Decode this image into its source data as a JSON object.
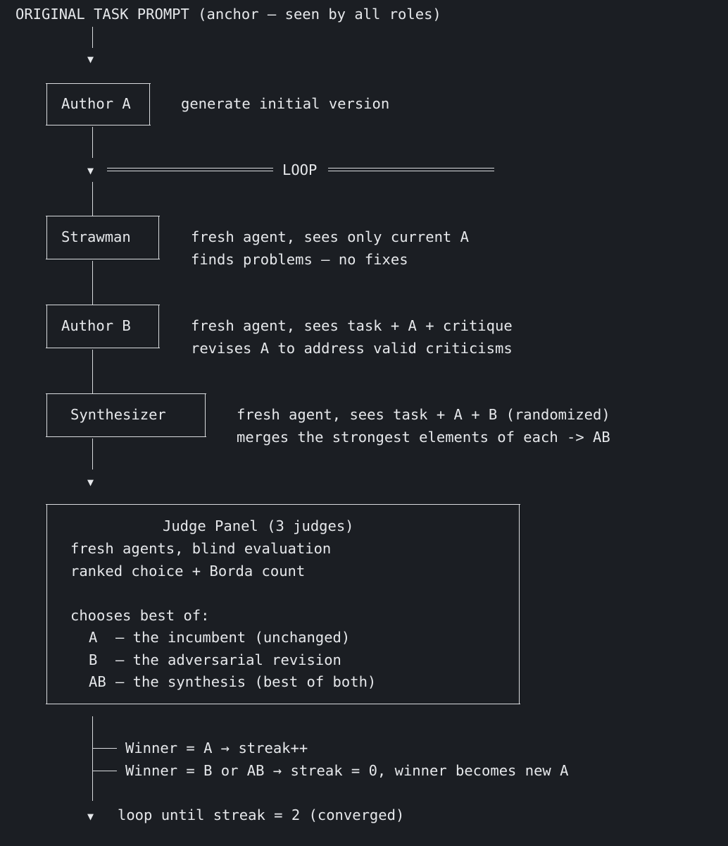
{
  "header": "ORIGINAL TASK PROMPT (anchor — seen by all roles)",
  "author_a": {
    "label": "Author A",
    "desc": "generate initial version"
  },
  "loop_label": "LOOP",
  "strawman": {
    "label": "Strawman",
    "desc_1": "fresh agent, sees only current A",
    "desc_2": "finds problems — no fixes"
  },
  "author_b": {
    "label": "Author B",
    "desc_1": "fresh agent, sees task + A + critique",
    "desc_2": "revises A to address valid criticisms"
  },
  "synthesizer": {
    "label": "Synthesizer",
    "desc_1": "fresh agent, sees task + A + B (randomized)",
    "desc_2": "merges the strongest elements of each -> AB"
  },
  "judge_panel": {
    "title": "Judge Panel (3 judges)",
    "line_1": "fresh agents, blind evaluation",
    "line_2": "ranked choice + Borda count",
    "chooses": "chooses best of:",
    "options": [
      {
        "key": "A",
        "text": "— the incumbent (unchanged)"
      },
      {
        "key": "B",
        "text": "— the adversarial revision"
      },
      {
        "key": "AB",
        "text": "— the synthesis (best of both)"
      }
    ]
  },
  "outcomes": [
    "Winner = A → streak++",
    "Winner = B or AB → streak = 0, winner becomes new A"
  ],
  "footer": "loop until streak = 2 (converged)",
  "arrow_glyph": "▼"
}
